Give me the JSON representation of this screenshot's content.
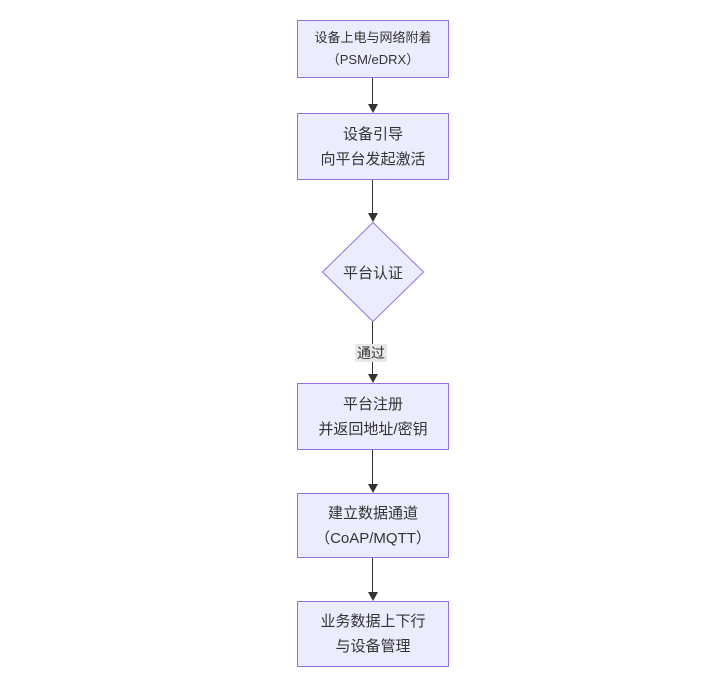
{
  "diagram": {
    "type": "flowchart",
    "direction": "top-down",
    "colors": {
      "background": "#ffffff",
      "node_fill": "#ECECFF",
      "node_border": "#9370DB",
      "text": "#333333",
      "arrow": "#333333",
      "edge_label_bg": "#e8e8e8"
    },
    "nodes": [
      {
        "id": "power-attach",
        "shape": "rect",
        "lines": [
          "设备上电与网络附着",
          "（PSM/eDRX）"
        ]
      },
      {
        "id": "bootstrap",
        "shape": "rect",
        "lines": [
          "设备引导",
          "向平台发起激活"
        ]
      },
      {
        "id": "platform-auth",
        "shape": "diamond",
        "lines": [
          "平台认证"
        ]
      },
      {
        "id": "platform-register",
        "shape": "rect",
        "lines": [
          "平台注册",
          "并返回地址/密钥"
        ]
      },
      {
        "id": "data-channel",
        "shape": "rect",
        "lines": [
          "建立数据通道",
          "（CoAP/MQTT）"
        ]
      },
      {
        "id": "business-data",
        "shape": "rect",
        "lines": [
          "业务数据上下行",
          "与设备管理"
        ]
      }
    ],
    "edges": [
      {
        "from": "power-attach",
        "to": "bootstrap",
        "label": ""
      },
      {
        "from": "bootstrap",
        "to": "platform-auth",
        "label": ""
      },
      {
        "from": "platform-auth",
        "to": "platform-register",
        "label": "通过"
      },
      {
        "from": "platform-register",
        "to": "data-channel",
        "label": ""
      },
      {
        "from": "data-channel",
        "to": "business-data",
        "label": ""
      }
    ]
  }
}
